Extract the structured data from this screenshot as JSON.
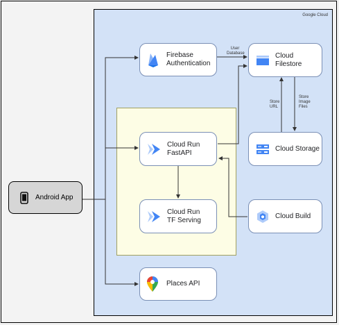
{
  "region_label": "Google Cloud",
  "nodes": {
    "android": "Android App",
    "firebase": [
      "Firebase",
      "Authentication"
    ],
    "filestore": "Cloud Filestore",
    "fastapi": [
      "Cloud Run",
      "FastAPI"
    ],
    "storage": "Cloud Storage",
    "tf": [
      "Cloud Run",
      "TF Serving"
    ],
    "build": "Cloud Build",
    "places": "Places API"
  },
  "edge_labels": {
    "user_db": [
      "User",
      "Database"
    ],
    "store_url": [
      "Store",
      "URL"
    ],
    "store_image": [
      "Store",
      "Image",
      "Files"
    ]
  },
  "icons": {
    "firebase": "firebase-icon",
    "filestore": "cloud-filestore-icon",
    "cloudrun": "cloud-run-icon",
    "storage": "cloud-storage-icon",
    "build": "cloud-build-icon",
    "places": "places-map-pin-icon",
    "android": "smartphone-icon"
  },
  "colors": {
    "region": "#d3e2f7",
    "container": "#fdfde5",
    "card_border": "#7a8fb5",
    "arrow": "#333333",
    "google_blue": "#4285f4"
  }
}
